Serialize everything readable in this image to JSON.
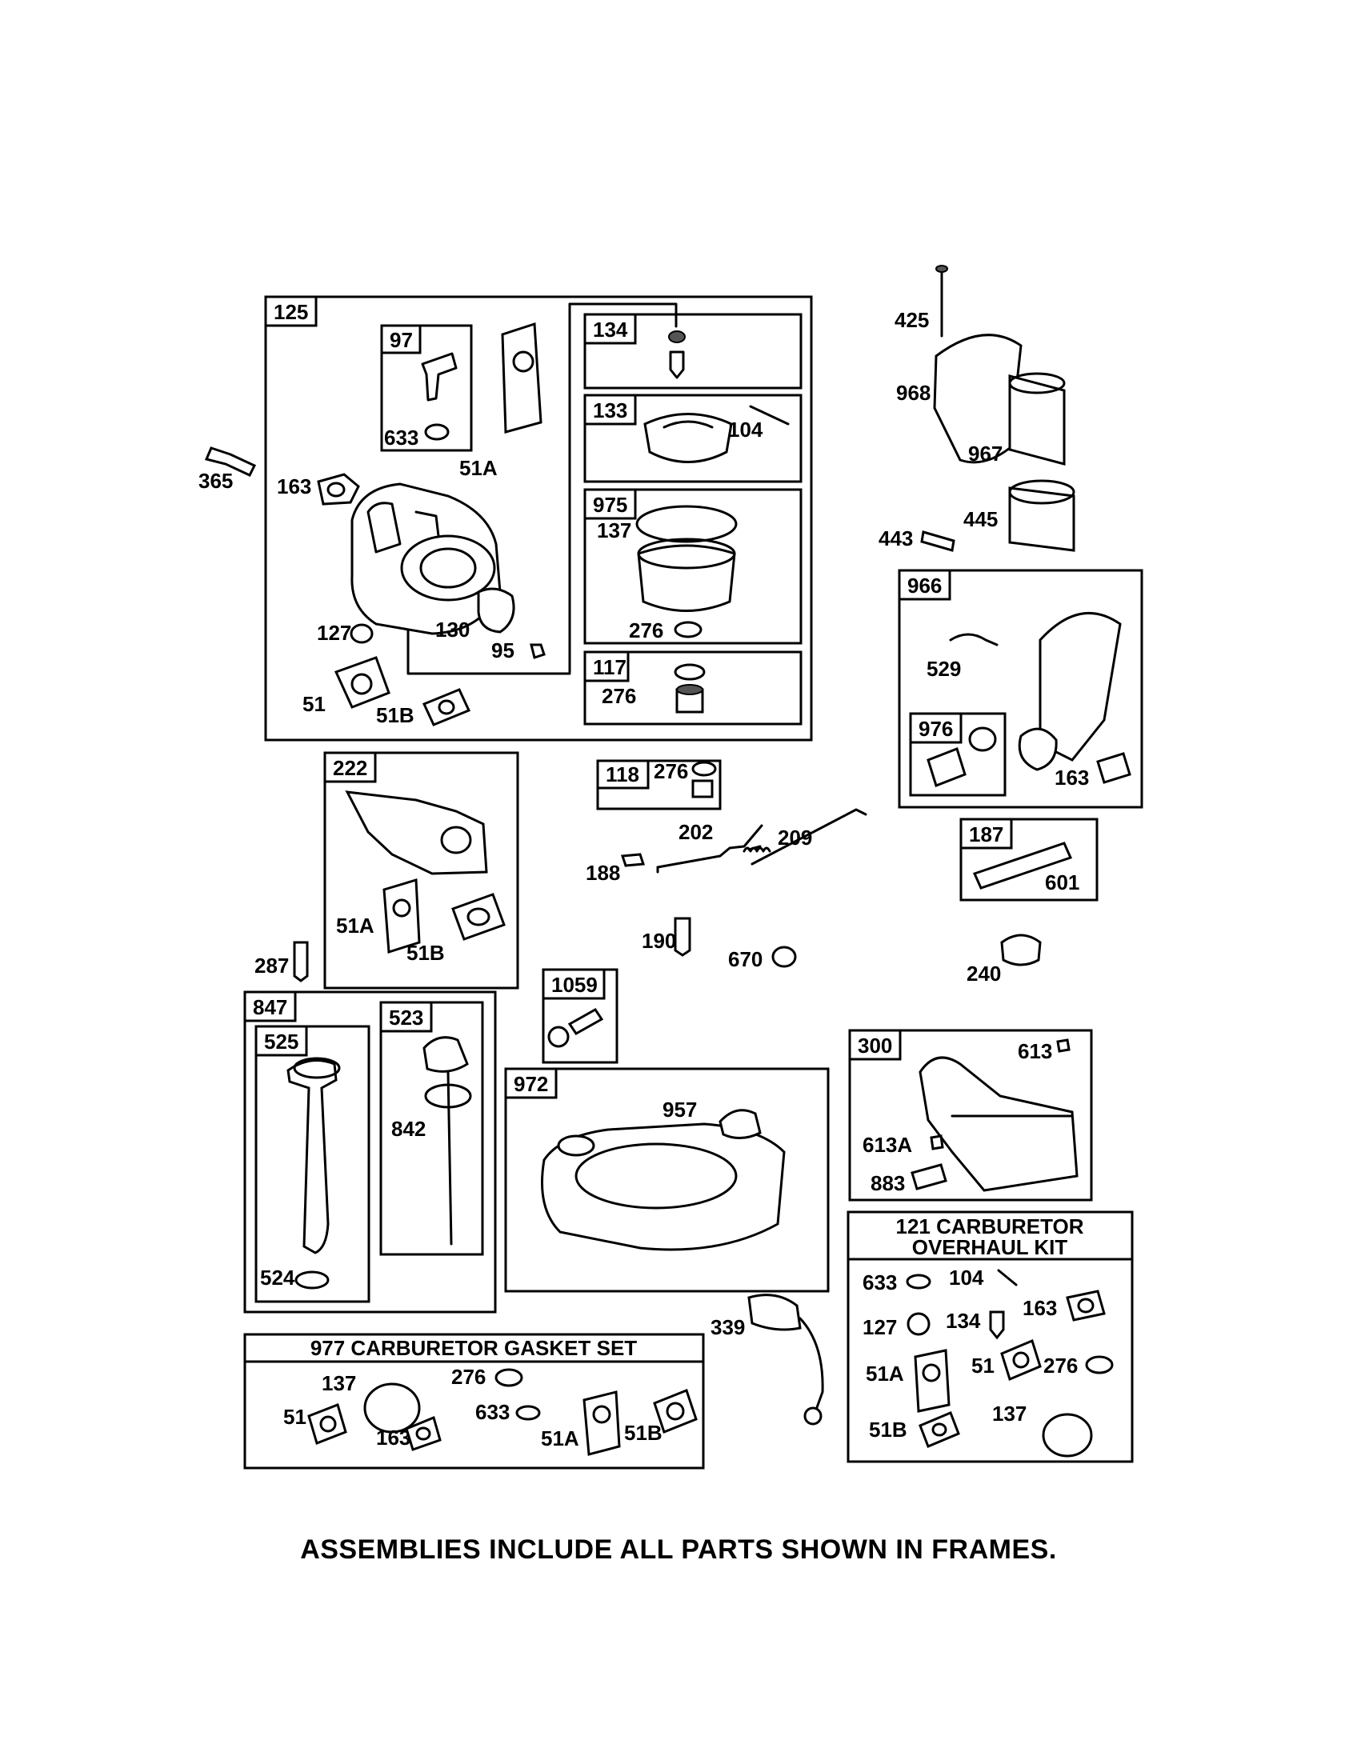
{
  "footer_note": "ASSEMBLIES INCLUDE ALL PARTS SHOWN IN FRAMES.",
  "frames": {
    "f125": "125",
    "f97": "97",
    "f134": "134",
    "f133": "133",
    "f975": "975",
    "f117": "117",
    "f966": "966",
    "f976": "976",
    "f222": "222",
    "f118": "118",
    "f187": "187",
    "f847": "847",
    "f525": "525",
    "f523": "523",
    "f1059": "1059",
    "f972": "972",
    "f300": "300"
  },
  "kit_titles": {
    "k121_line1": "121 CARBURETOR",
    "k121_line2": "OVERHAUL KIT",
    "k977": "977 CARBURETOR  GASKET SET"
  },
  "labels": {
    "l425": "425",
    "l968": "968",
    "l967": "967",
    "l443": "443",
    "l445": "445",
    "l365": "365",
    "l163a": "163",
    "l51Aa": "51A",
    "l633a": "633",
    "l104a": "104",
    "l137a": "137",
    "l276a": "276",
    "l127a": "127",
    "l130": "130",
    "l95": "95",
    "l51a": "51",
    "l51Ba": "51B",
    "l276b": "276",
    "l529": "529",
    "l163b": "163",
    "l276c": "276",
    "l202": "202",
    "l209": "209",
    "l188": "188",
    "l190": "190",
    "l670": "670",
    "l601": "601",
    "l240": "240",
    "l51Ab": "51A",
    "l51Bb": "51B",
    "l287": "287",
    "l842": "842",
    "l524": "524",
    "l957": "957",
    "l613": "613",
    "l613A": "613A",
    "l883": "883",
    "l339": "339",
    "l633b": "633",
    "l104b": "104",
    "l127b": "127",
    "l134": "134",
    "l163c": "163",
    "l51Ac": "51A",
    "l51c": "51",
    "l276d": "276",
    "l51Bc": "51B",
    "l137b": "137",
    "l137c": "137",
    "l276e": "276",
    "l51d": "51",
    "l163d": "163",
    "l633c": "633",
    "l51Ad": "51A",
    "l51Bd": "51B"
  }
}
